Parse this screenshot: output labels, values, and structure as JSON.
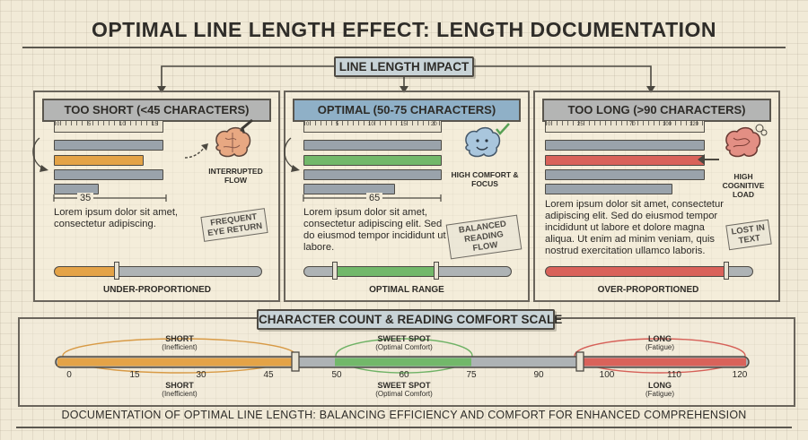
{
  "title": "OPTIMAL LINE LENGTH EFFECT: LENGTH DOCUMENTATION",
  "impact_label": "LINE LENGTH IMPACT",
  "colors": {
    "short": "#e4a347",
    "optimal": "#72b86a",
    "long": "#d9625a",
    "neutral": "#9aa3ab",
    "short_head": "#b4b5b4",
    "optimal_head": "#8fb0c7",
    "long_head": "#b4b5b4"
  },
  "panels": [
    {
      "key": "short",
      "heading": "TOO SHORT (<45 CHARACTERS)",
      "ruler_ticks": [
        "0",
        "5",
        "10",
        "15"
      ],
      "dimension": "35",
      "text": "Lorem ipsum dolor sit amet, consectetur adipiscing.",
      "brain_label": "INTERRUPTED FLOW",
      "stamp": "FREQUENT EYE RETURN",
      "slider_caption": "UNDER-PROPORTIONED",
      "icon": "brain-pencil-icon"
    },
    {
      "key": "optimal",
      "heading": "OPTIMAL (50-75 CHARACTERS)",
      "ruler_ticks": [
        "0",
        "5",
        "10",
        "15",
        "20"
      ],
      "dimension": "65",
      "text": "Lorem ipsum dolor sit amet, consectetur adipiscing elit. Sed do eiusmod tempor incididunt ut labore.",
      "brain_label": "HIGH COMFORT & FOCUS",
      "stamp": "BALANCED READING FLOW",
      "slider_caption": "OPTIMAL RANGE",
      "icon": "happy-brain-check-icon"
    },
    {
      "key": "long",
      "heading": "TOO LONG (>90 CHARACTERS)",
      "ruler_ticks": [
        "0",
        "25",
        "70",
        "100",
        "120"
      ],
      "dimension": "",
      "text": "Lorem ipsum dolor sit amet, consectetur adipiscing elit. Sed do eiusmod tempor incididunt ut labore et dolore magna aliqua. Ut enim ad minim veniam, quis nostrud exercitation ullamco laboris.",
      "brain_label": "HIGH COGNITIVE LOAD",
      "stamp": "LOST IN TEXT",
      "slider_caption": "OVER-PROPORTIONED",
      "icon": "tangled-brain-icon"
    }
  ],
  "scale": {
    "title": "CHARACTER COUNT & READING COMFORT SCALE",
    "ticks": [
      "0",
      "15",
      "30",
      "45",
      "50",
      "60",
      "75",
      "90",
      "100",
      "110",
      "120"
    ],
    "zones": [
      {
        "name": "SHORT",
        "sub": "(Inefficient)"
      },
      {
        "name": "SWEET SPOT",
        "sub": "(Optimal Comfort)"
      },
      {
        "name": "LONG",
        "sub": "(Fatigue)"
      }
    ]
  },
  "footer": "DOCUMENTATION OF OPTIMAL LINE LENGTH: BALANCING EFFICIENCY AND COMFORT FOR ENHANCED COMPREHENSION"
}
